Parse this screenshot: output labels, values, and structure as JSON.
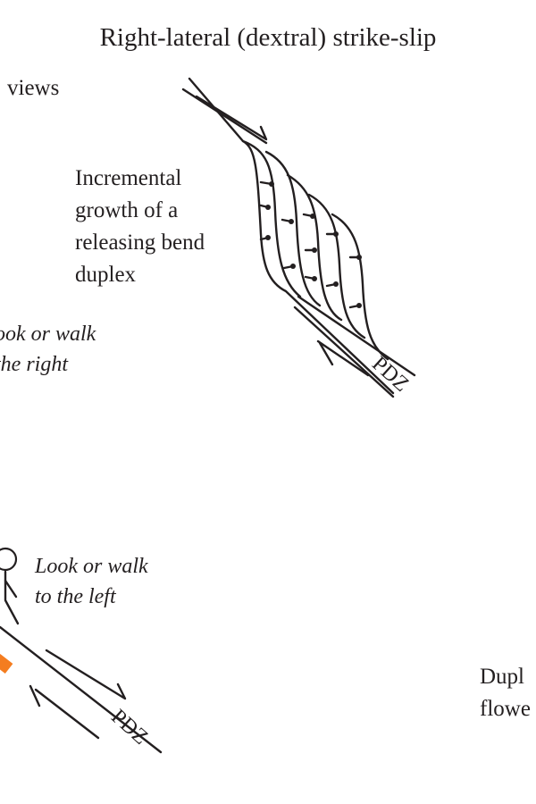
{
  "title": "Right-lateral (dextral) strike-slip",
  "views_label": "views",
  "duplex_caption": [
    "Incremental",
    "growth of a",
    "releasing bend",
    "duplex"
  ],
  "look_right": [
    "ook or walk",
    "the right"
  ],
  "look_left": [
    "Look or walk",
    "to the left"
  ],
  "pdz_label": "PDZ",
  "duplex_flower": [
    "Dupl",
    "flowe"
  ],
  "colors": {
    "ink": "#231f20",
    "accent": "#f47d20"
  }
}
